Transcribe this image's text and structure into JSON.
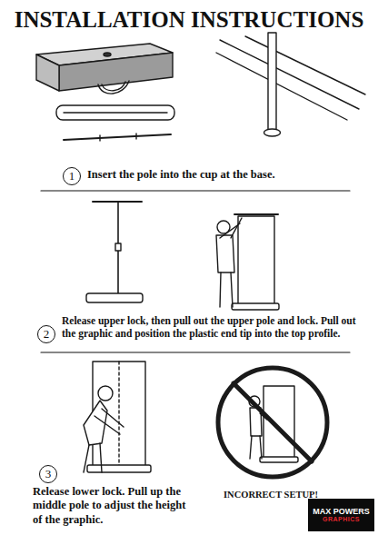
{
  "diagram": {
    "title": "INSTALLATION INSTRUCTIONS",
    "nodes": [
      {
        "text": [
          "1"
        ]
      },
      {
        "text": [
          "2"
        ]
      },
      {
        "text": [
          "3"
        ]
      },
      {
        "text": [
          "MAX POWERS",
          "GRAPHICS"
        ]
      }
    ],
    "labels": [
      "Insert the pole into the cup at the base.",
      "Release upper lock, then pull out the upper pole and lock. Pull out the graphic and position the plastic end tip into the top profile.",
      "Release lower lock. Pull up the middle pole to adjust the height of the graphic.",
      "INCORRECT SETUP!"
    ]
  }
}
